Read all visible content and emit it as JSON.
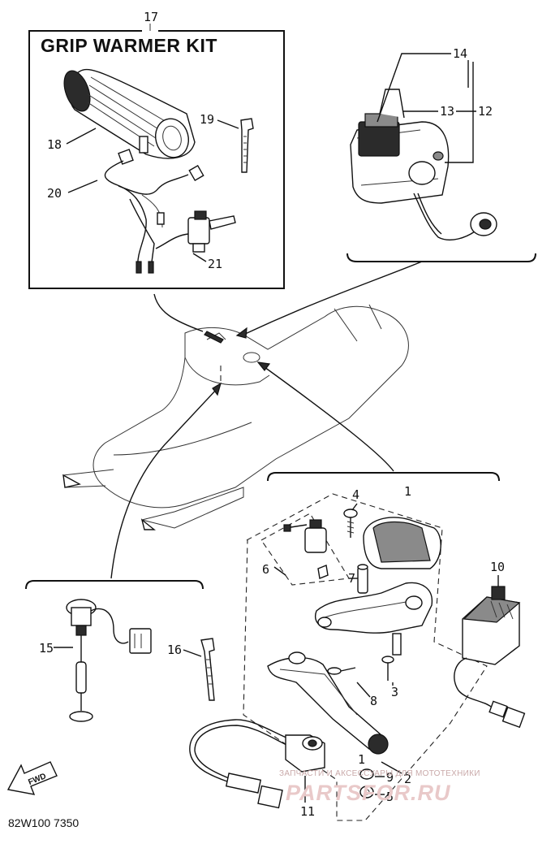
{
  "kit_title": "GRIP WARMER KIT",
  "catalog_code": "82W100 7350",
  "fwd_label": "FWD",
  "watermark": {
    "line1": "ЗАПЧАСТИ И АКСЕССУАРЫ ДЛЯ МОТОТЕХНИКИ",
    "line2": "PARTSFOR.RU"
  },
  "callouts": {
    "n1": "1",
    "n2": "2",
    "n3": "3",
    "n4": "4",
    "n5": "5",
    "n6": "6",
    "n7": "7",
    "n8": "8",
    "n9": "9",
    "n10": "10",
    "n11": "11",
    "n12": "12",
    "n13": "13",
    "n14": "14",
    "n15": "15",
    "n16": "16",
    "n17": "17",
    "n18": "18",
    "n19": "19",
    "n20": "20",
    "n21": "21"
  },
  "icons": {
    "fwd_arrow": "fwd-arrow-icon"
  }
}
